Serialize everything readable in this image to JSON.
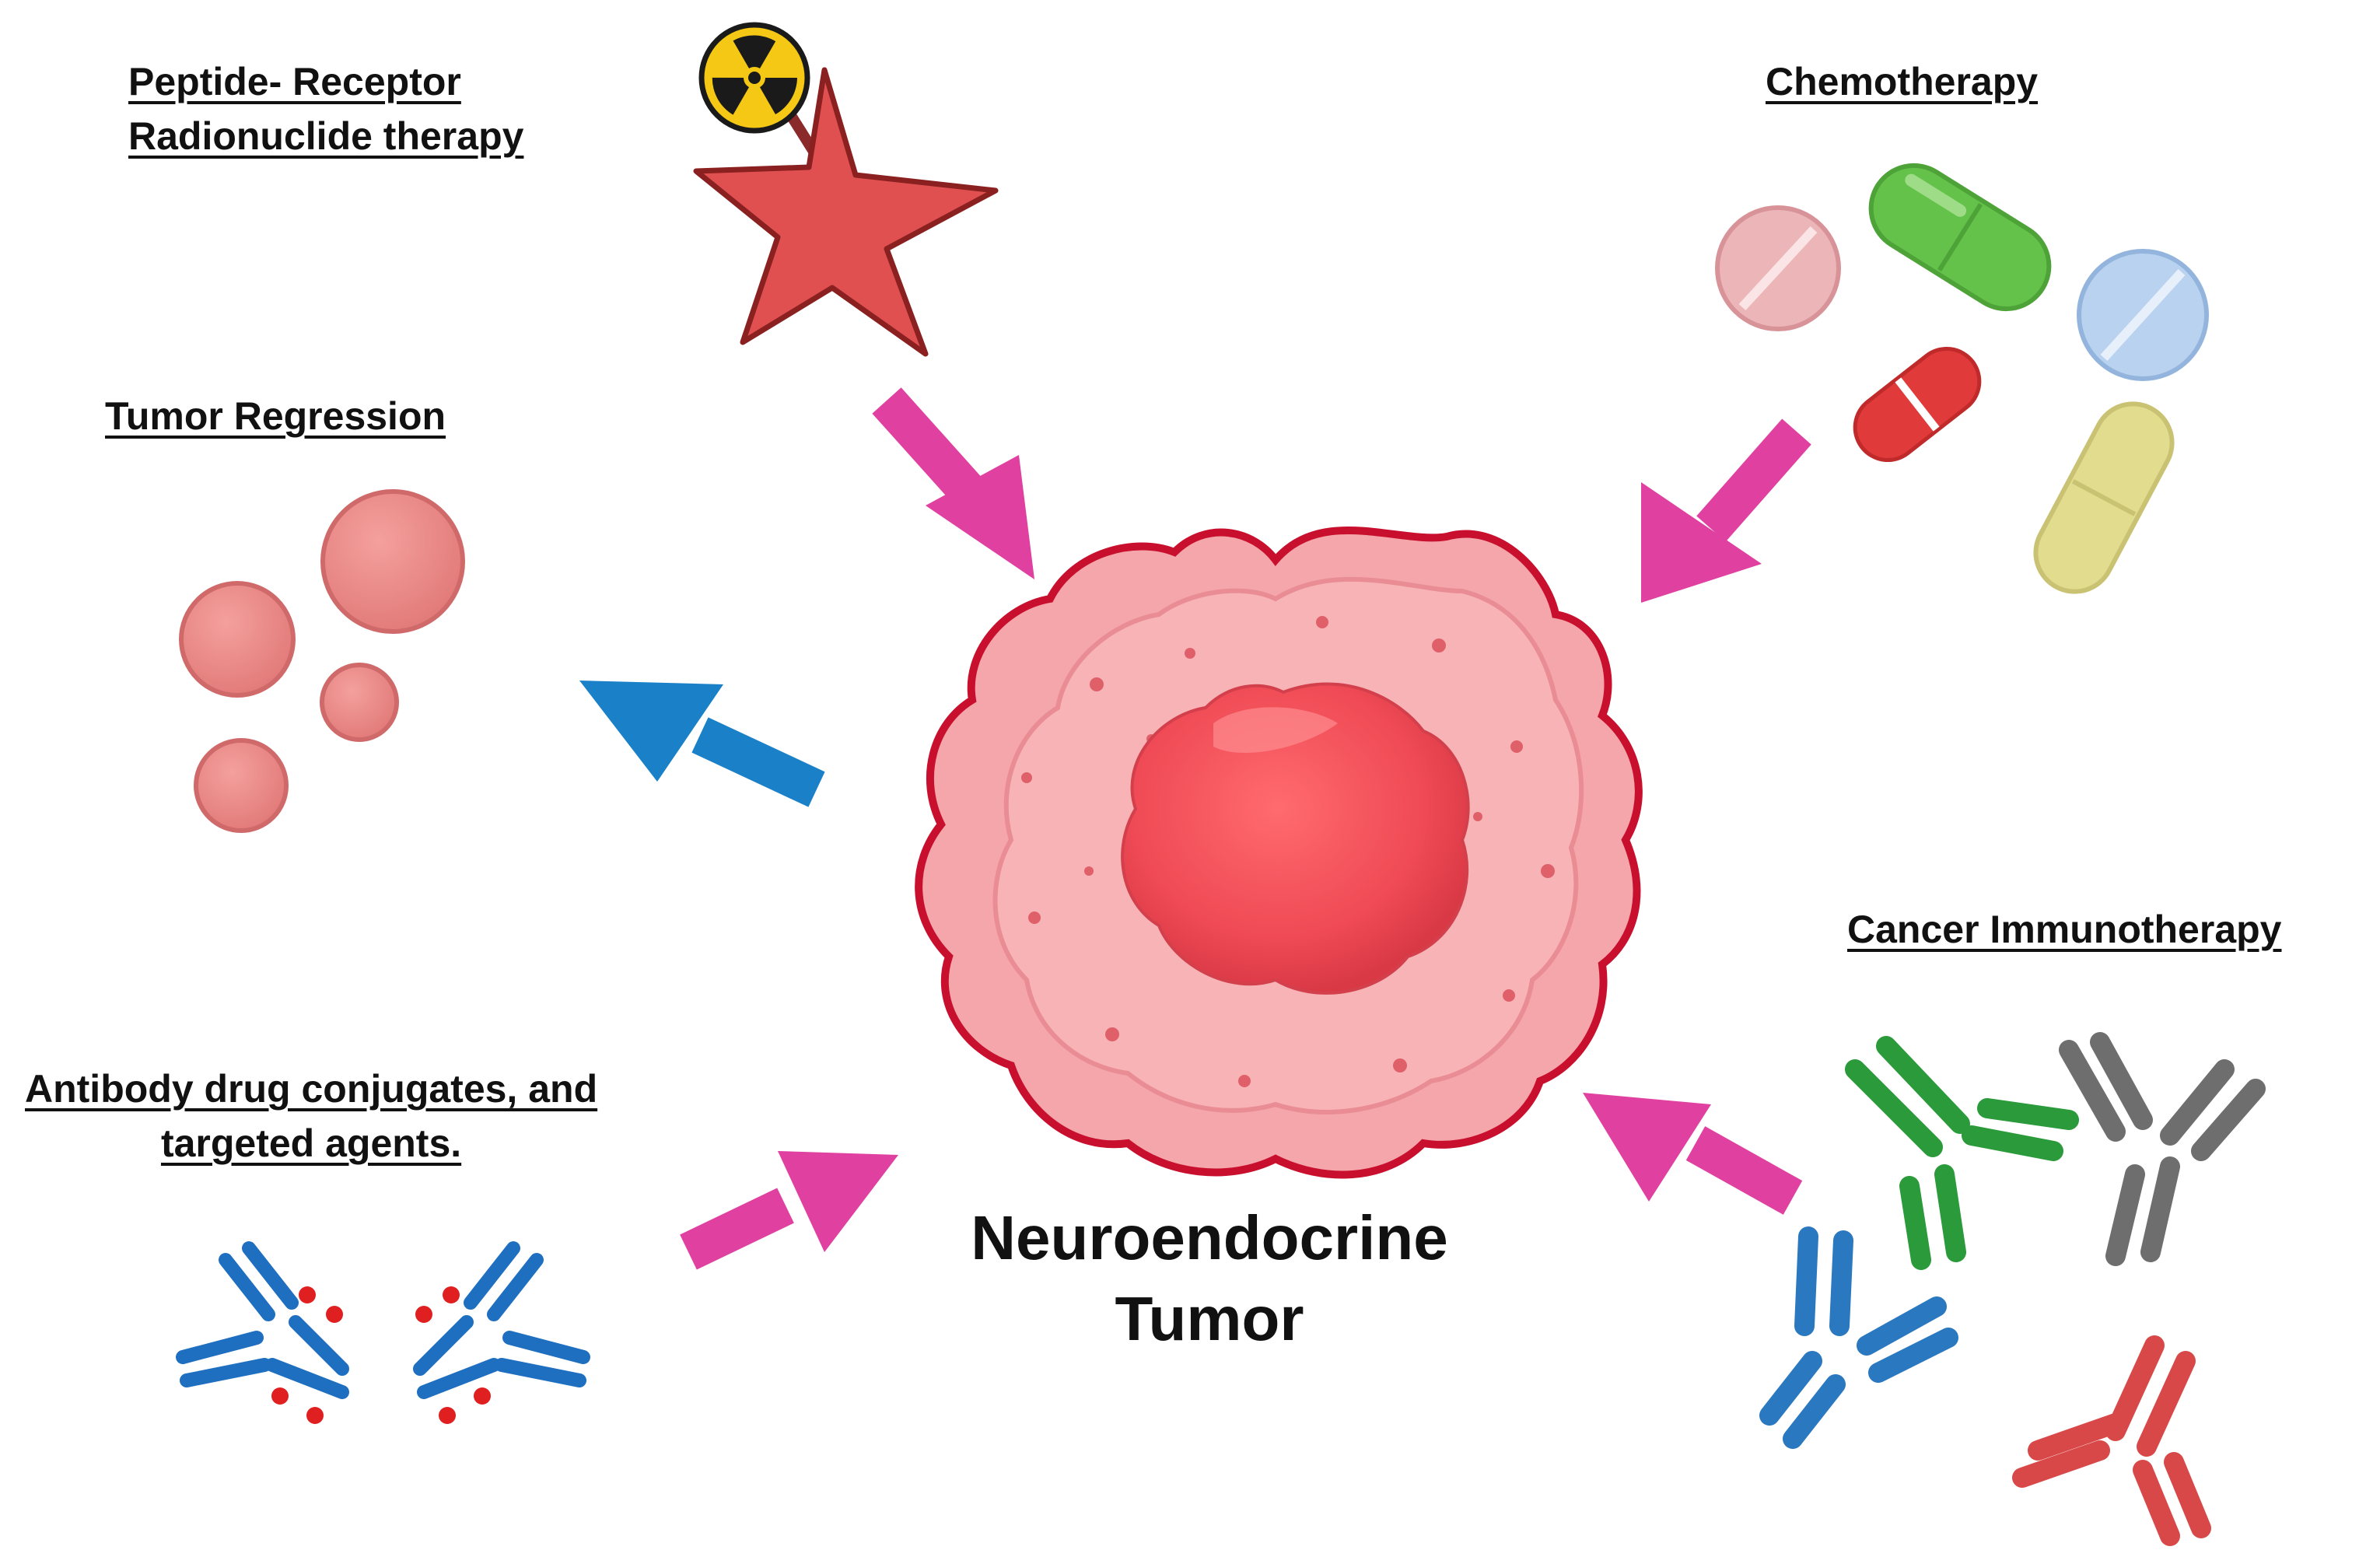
{
  "labels": {
    "prrt": {
      "line1": "Peptide- Receptor",
      "line2": "Radionuclide therapy"
    },
    "chemotherapy": "Chemotherapy",
    "tumor_regression": "Tumor Regression",
    "immunotherapy": "Cancer Immunotherapy",
    "adc": {
      "line1": "Antibody drug conjugates, and",
      "line2": "targeted agents."
    },
    "center": {
      "line1": "Neuroendocrine",
      "line2": "Tumor"
    }
  },
  "colors": {
    "arrow_in": "#e040a0",
    "arrow_out": "#1a80c8",
    "tumor_outline": "#c8102e",
    "tumor_body": "#f4a5aa",
    "nucleus": "#f0525a",
    "star": "#e05050",
    "regression_sphere": "#ec8c8a",
    "antibody_green": "#2a9a3a",
    "antibody_gray": "#6e6e6e",
    "antibody_blue": "#2a78c0",
    "antibody_red": "#d84848",
    "adc_antibody": "#1f6fc0",
    "adc_payload": "#e02020"
  },
  "icons": {
    "radiation": "radiation-hazard-icon",
    "star": "star-ligand-icon",
    "pills": "pill-icons",
    "antibodies": "antibody-icons",
    "adc": "antibody-drug-conjugate-icons",
    "regression": "shrinking-tumor-spheres-icon"
  }
}
